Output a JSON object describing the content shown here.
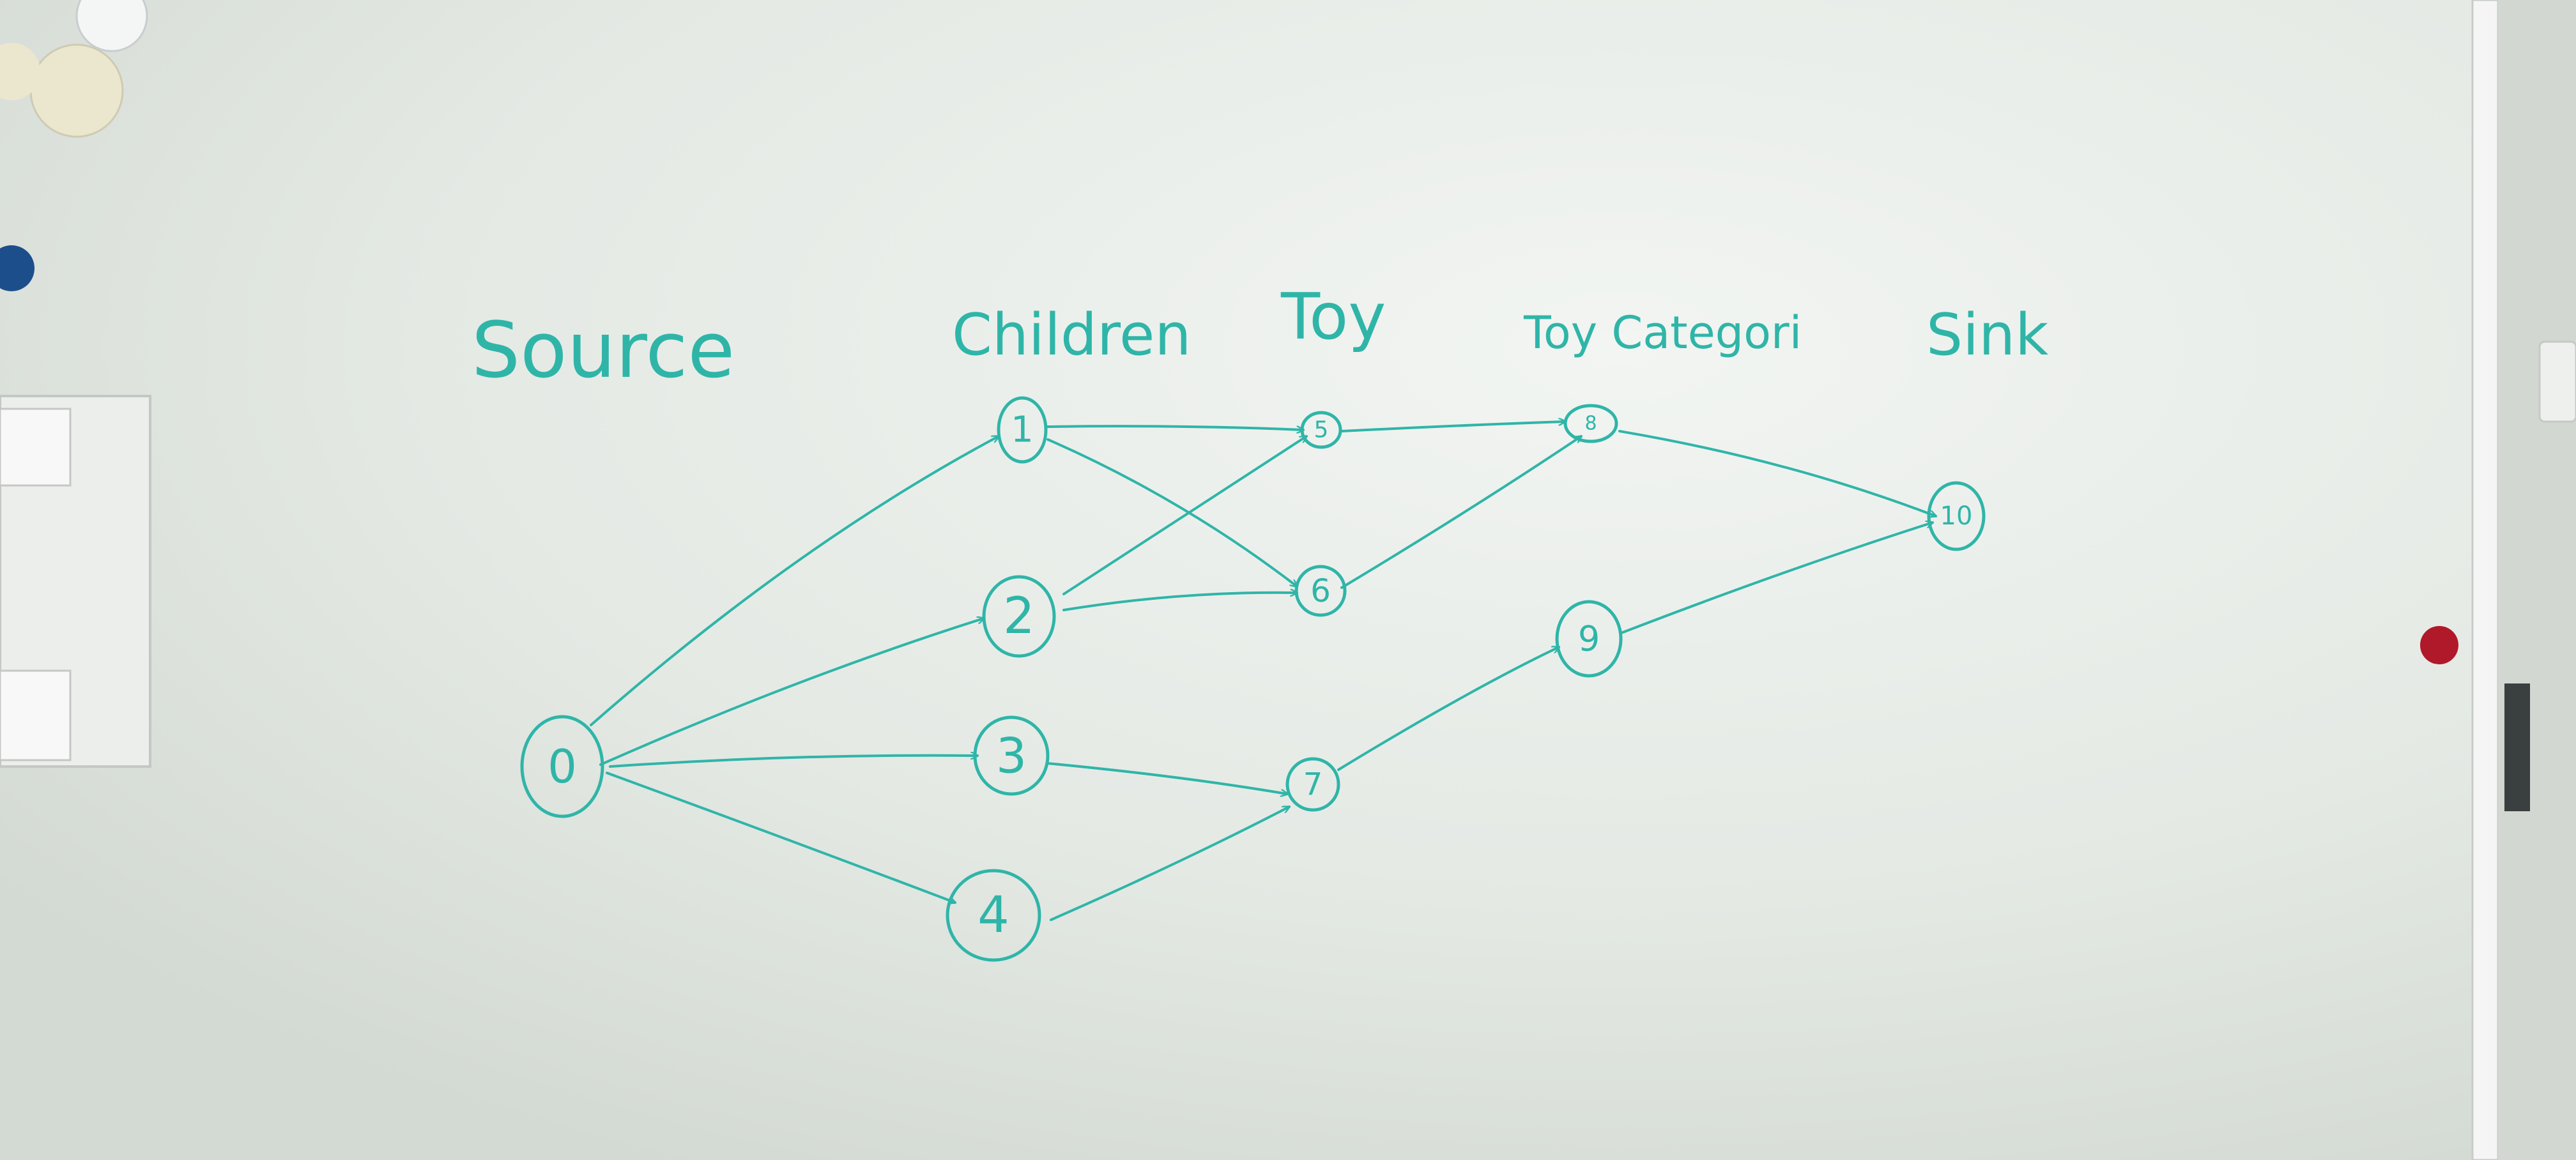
{
  "column_headers": [
    {
      "id": "source",
      "text": "Source"
    },
    {
      "id": "children",
      "text": "Children"
    },
    {
      "id": "toy",
      "text": "Toy"
    },
    {
      "id": "category",
      "text": "Toy Categori"
    },
    {
      "id": "sink",
      "text": "Sink"
    }
  ],
  "nodes": [
    {
      "id": "n0",
      "label": "0"
    },
    {
      "id": "n1",
      "label": "1"
    },
    {
      "id": "n2",
      "label": "2"
    },
    {
      "id": "n3",
      "label": "3"
    },
    {
      "id": "n4",
      "label": "4"
    },
    {
      "id": "n5",
      "label": "5"
    },
    {
      "id": "n6",
      "label": "6"
    },
    {
      "id": "n7",
      "label": "7"
    },
    {
      "id": "n8",
      "label": "8"
    },
    {
      "id": "n9",
      "label": "9"
    },
    {
      "id": "n10",
      "label": "10"
    }
  ],
  "edges": [
    {
      "from": "0",
      "to": "1"
    },
    {
      "from": "0",
      "to": "2"
    },
    {
      "from": "0",
      "to": "3"
    },
    {
      "from": "0",
      "to": "4"
    },
    {
      "from": "1",
      "to": "5"
    },
    {
      "from": "1",
      "to": "6"
    },
    {
      "from": "2",
      "to": "5"
    },
    {
      "from": "2",
      "to": "6"
    },
    {
      "from": "3",
      "to": "7"
    },
    {
      "from": "4",
      "to": "7"
    },
    {
      "from": "5",
      "to": "8"
    },
    {
      "from": "6",
      "to": "8"
    },
    {
      "from": "7",
      "to": "9"
    },
    {
      "from": "8",
      "to": "10"
    },
    {
      "from": "9",
      "to": "10"
    }
  ],
  "colors": {
    "marker": "#2fb5a8",
    "board": "#e3e8e3",
    "frame": "#f2f3f2",
    "magnet_red": "#b0192a",
    "magnet_blue": "#1d4e8c",
    "magnet_cream": "#ebe7cf"
  }
}
